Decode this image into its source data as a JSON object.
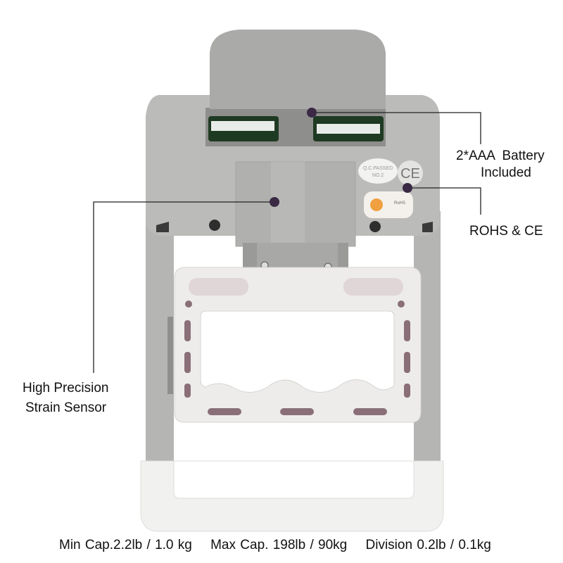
{
  "annotations": {
    "battery": {
      "line1": "2*AAA  Battery",
      "line2": "Included"
    },
    "certification": {
      "label": "ROHS & CE"
    },
    "sensor": {
      "line1": "High Precision",
      "line2": "Strain Sensor"
    }
  },
  "device_labels": {
    "qc_sticker": [
      "Q.C.PASSED",
      "NO.2"
    ],
    "ce_mark": "CE",
    "rohs_sticker": "RoHS"
  },
  "specs": [
    "Min Cap.2.2lb / 1.0 kg",
    "Max Cap. 198lb / 90kg",
    "Division 0.2lb / 0.1kg"
  ],
  "colors": {
    "body": "#b9b9b7",
    "cover": "#a9a9a7",
    "grip": "#eeeeec",
    "slot": "#8a6f78",
    "dot": "#3a2a45"
  }
}
